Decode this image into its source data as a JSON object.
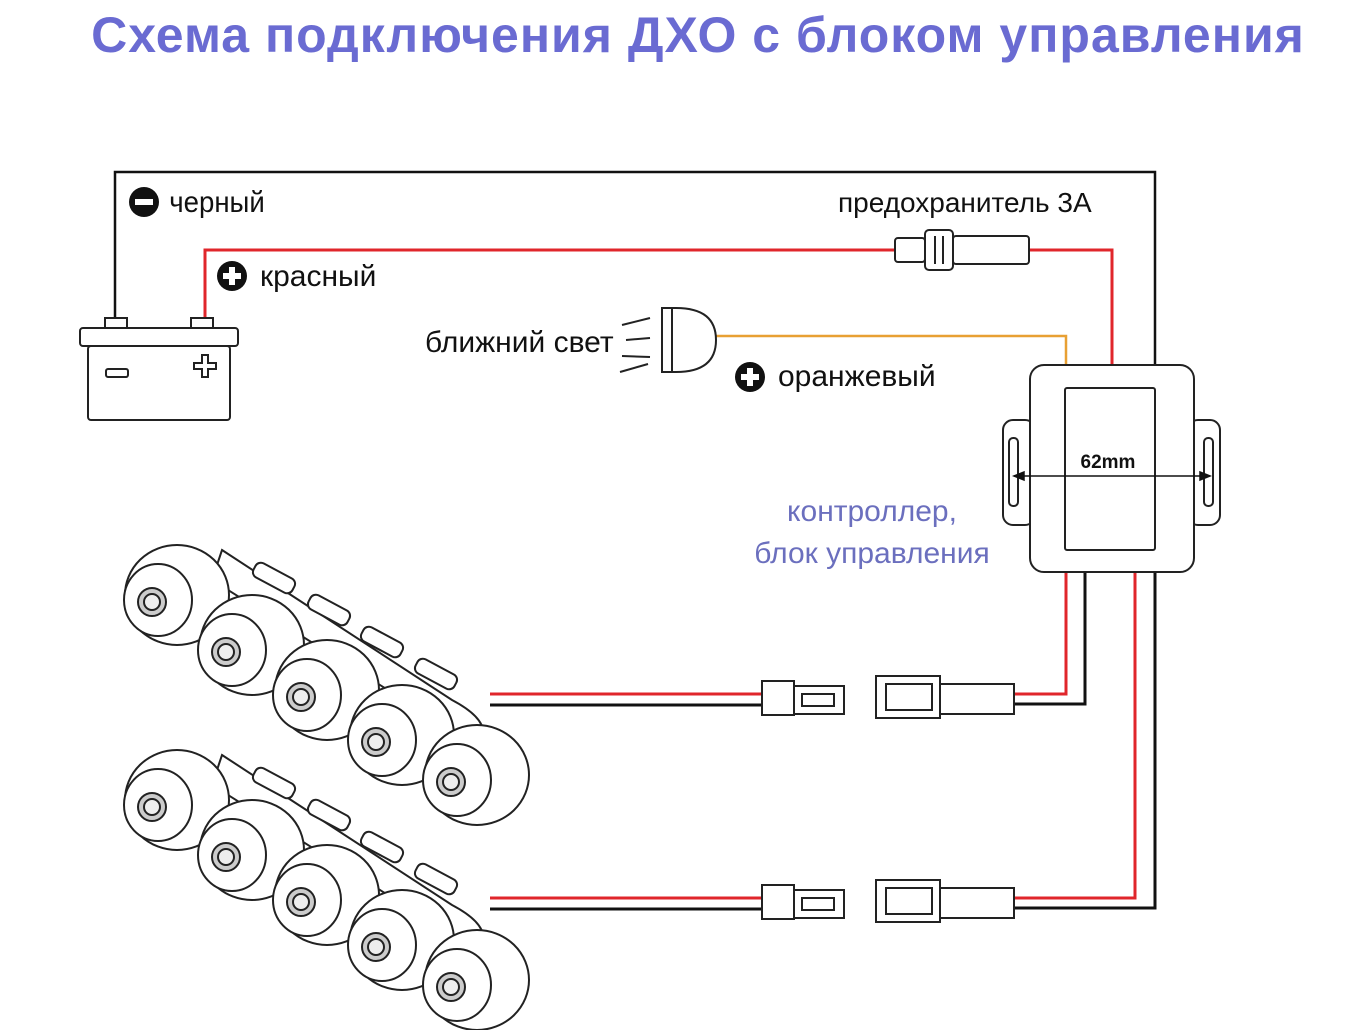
{
  "title": "Схема подключения ДХО с блоком управления",
  "labels": {
    "black": "черный",
    "red": "красный",
    "fuse": "предохранитель 3А",
    "low_beam": "ближний свет",
    "orange": "оранжевый",
    "controller_line1": "контроллер,",
    "controller_line2": "блок  управления",
    "dimension": "62mm"
  },
  "colors": {
    "title": "#6a6bd2",
    "wire_red": "#e0262b",
    "wire_black": "#111111",
    "wire_orange": "#e8a033",
    "controller_text": "#6b6fbe"
  },
  "components": [
    {
      "name": "battery",
      "icon": "battery-icon"
    },
    {
      "name": "fuse",
      "icon": "fuse-icon"
    },
    {
      "name": "headlight",
      "icon": "headlight-icon"
    },
    {
      "name": "controller",
      "icon": "controller-box-icon"
    },
    {
      "name": "drl-module-top",
      "icon": "led-drl-icon"
    },
    {
      "name": "drl-module-bottom",
      "icon": "led-drl-icon"
    },
    {
      "name": "connector-top",
      "icon": "connector-icon"
    },
    {
      "name": "connector-bottom",
      "icon": "connector-icon"
    }
  ]
}
